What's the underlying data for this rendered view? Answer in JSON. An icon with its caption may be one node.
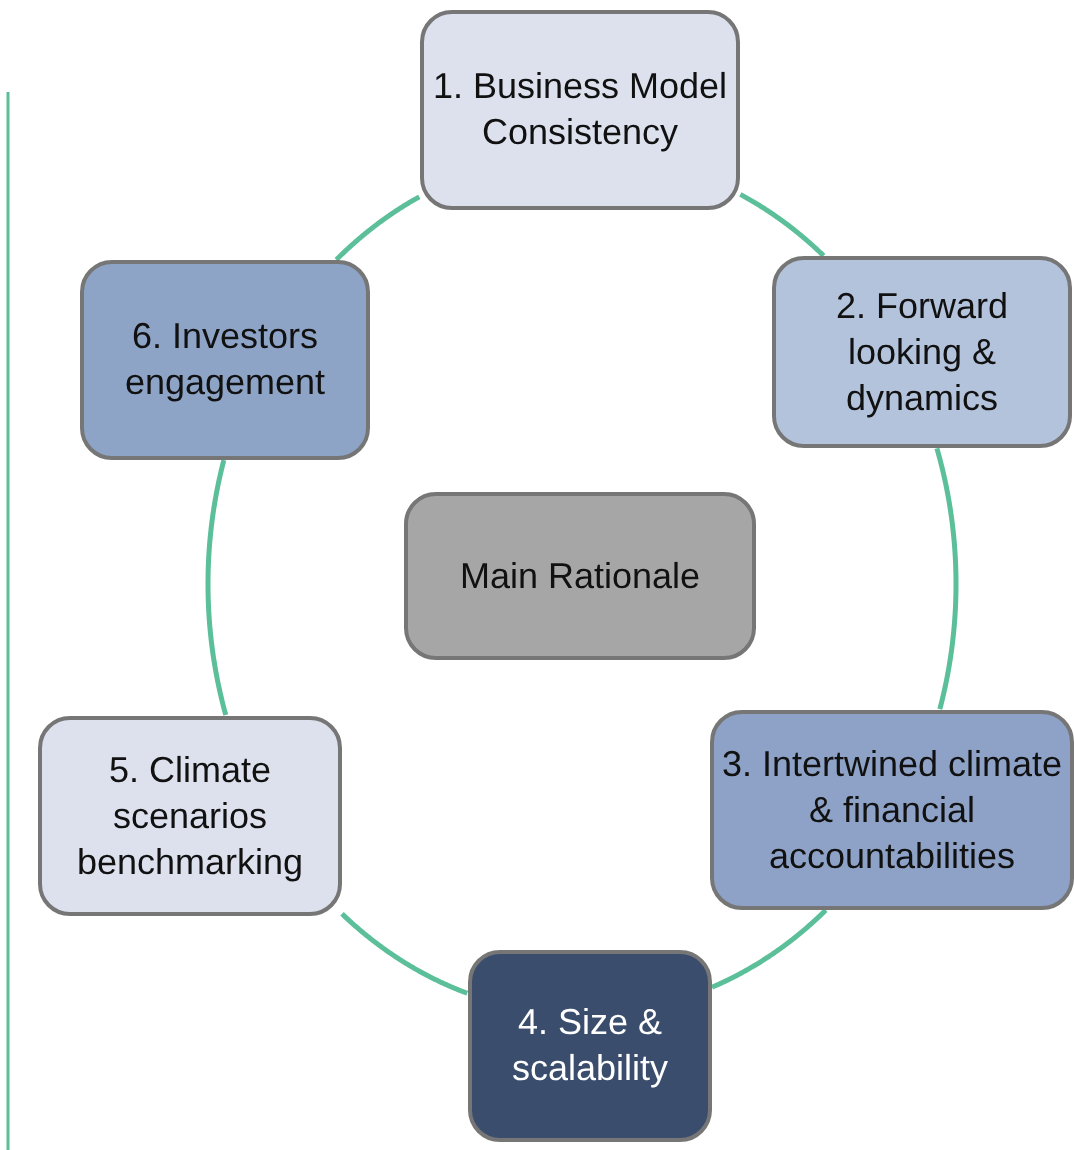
{
  "diagram": {
    "nodes": [
      {
        "text": [
          "1. Business Model Consistency"
        ]
      },
      {
        "text": [
          "2. Forward looking & dynamics"
        ]
      },
      {
        "text": [
          "3. Intertwined climate & financial accountabilities"
        ]
      },
      {
        "text": [
          "4. Size & scalability"
        ]
      },
      {
        "text": [
          "5. Climate scenarios benchmarking"
        ]
      },
      {
        "text": [
          "6. Investors engagement"
        ]
      },
      {
        "text": [
          "Main Rationale"
        ]
      }
    ],
    "edges": [
      {
        "from": 0,
        "to": 1,
        "arrow": "none"
      },
      {
        "from": 1,
        "to": 2,
        "arrow": "none"
      },
      {
        "from": 2,
        "to": 3,
        "arrow": "none"
      },
      {
        "from": 3,
        "to": 4,
        "arrow": "none"
      },
      {
        "from": 4,
        "to": 5,
        "arrow": "none"
      },
      {
        "from": 5,
        "to": 0,
        "arrow": "none"
      }
    ]
  }
}
